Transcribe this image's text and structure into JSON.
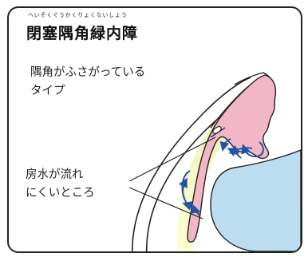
{
  "reading": "へいそくぐうかくりょくないしょう",
  "title": "閉塞隅角緑内障",
  "subtitle": {
    "line1": "隅角がふさがっている",
    "line2": "タイプ"
  },
  "label": {
    "line1": "房水が流れ",
    "line2": "にくいところ"
  },
  "colors": {
    "border": "#222222",
    "iris": "#f2b6c6",
    "lens": "#bcdcf0",
    "cornea_gradient_start": "#ffffc8",
    "cornea_gradient_end": "#bcdca2",
    "flow_arrows": "#2455a4"
  }
}
